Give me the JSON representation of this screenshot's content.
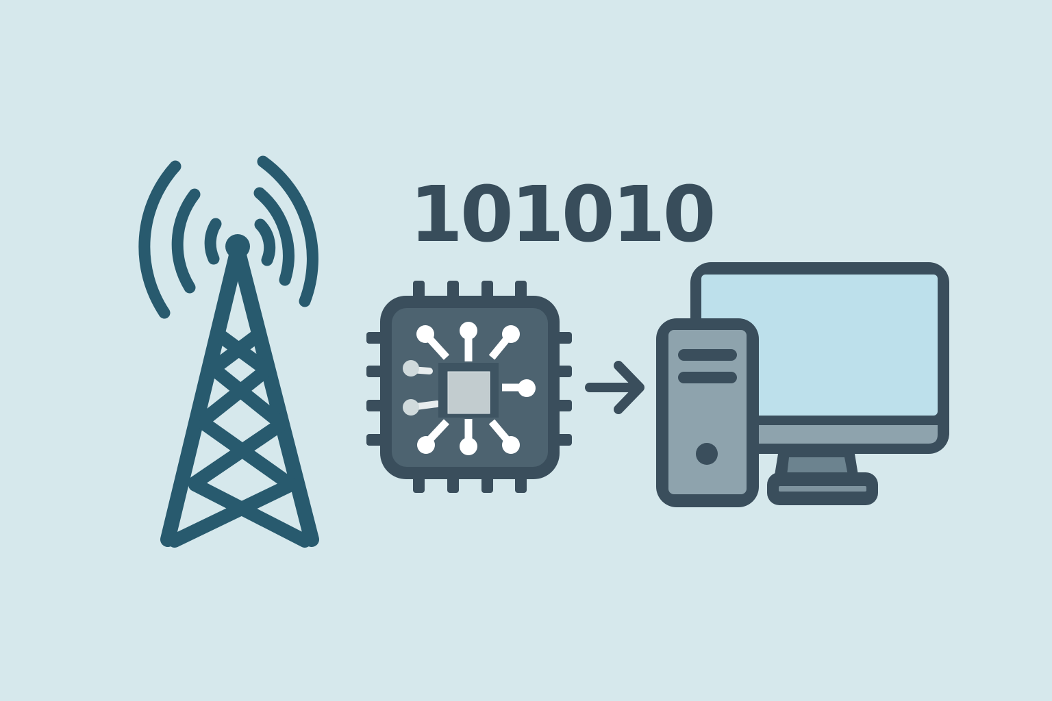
{
  "diagram": {
    "binary_text": "101010",
    "nodes": [
      {
        "id": "tower",
        "label": "Radio transmission tower",
        "icon": "radio-tower-icon"
      },
      {
        "id": "chip",
        "label": "Processor chip",
        "icon": "cpu-chip-icon"
      },
      {
        "id": "computer",
        "label": "Desktop computer",
        "icon": "desktop-computer-icon"
      }
    ],
    "edges": [
      {
        "from": "chip",
        "to": "computer",
        "icon": "arrow-right-icon"
      }
    ]
  },
  "colors": {
    "background": "#d6e8ec",
    "tower": "#285a6e",
    "outline": "#3a4e5c",
    "chip_body": "#4d6370",
    "chip_core": "#c2cccf",
    "tower_case": "#8ea3ad",
    "screen": "#bde0eb",
    "circuit_white": "#ffffff"
  }
}
